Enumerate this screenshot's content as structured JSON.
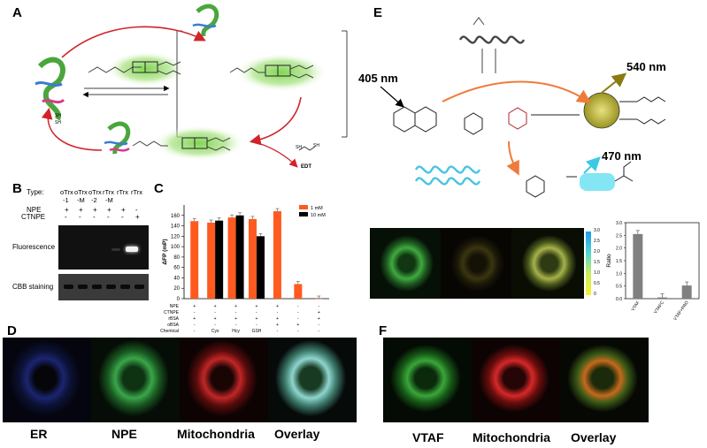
{
  "panels": {
    "A": {
      "label": "A",
      "reagent": "EDT",
      "thiol1": "SH",
      "thiol2": "SH"
    },
    "B": {
      "label": "B",
      "type_label": "Type:",
      "lanes": [
        "oTrx -1",
        "oTrx -M",
        "oTrx -2",
        "rTrx -M",
        "rTrx",
        "rTrx"
      ],
      "row_npe_label": "NPE",
      "row_npe": [
        "+",
        "+",
        "+",
        "+",
        "+",
        "-"
      ],
      "row_ctnpe_label": "CTNPE",
      "row_ctnpe": [
        "-",
        "-",
        "-",
        "-",
        "-",
        "+"
      ],
      "fluorescence_label": "Fluorescence",
      "cbb_label": "CBB staining"
    },
    "C": {
      "label": "C"
    },
    "D": {
      "label": "D",
      "captions": [
        "ER",
        "NPE",
        "Mitochondria",
        "Overlay"
      ]
    },
    "E": {
      "label": "E",
      "wl_excitation": "405 nm",
      "wl_emission1": "540 nm",
      "wl_emission2": "470 nm",
      "colorbar_ticks": [
        "3.0",
        "2.5",
        "2.0",
        "1.5",
        "1.0",
        "0.5",
        "0"
      ]
    },
    "F": {
      "label": "F",
      "captions": [
        "VTAF",
        "Mitochondria",
        "Overlay"
      ]
    }
  },
  "chart_data": [
    {
      "type": "bar",
      "title": "",
      "ylabel": "ΔFP (mP)",
      "ylim": [
        0,
        180
      ],
      "yticks": [
        0,
        20,
        40,
        60,
        80,
        100,
        120,
        140,
        160
      ],
      "series": [
        {
          "name": "1 mM",
          "color": "#ff5a1f",
          "values": [
            149,
            146,
            156,
            153,
            168,
            28,
            0
          ]
        },
        {
          "name": "10 mM",
          "color": "#000000",
          "values": [
            null,
            150,
            160,
            120,
            null,
            null,
            null
          ]
        }
      ],
      "conditions": [
        {
          "name": "NPE",
          "values": [
            "+",
            "+",
            "+",
            "+",
            "+",
            "-",
            "-"
          ]
        },
        {
          "name": "CTNPE",
          "values": [
            "-",
            "-",
            "-",
            "-",
            "-",
            "-",
            "+"
          ]
        },
        {
          "name": "rBSA",
          "values": [
            "+",
            "+",
            "+",
            "+",
            "+",
            "-",
            "+"
          ]
        },
        {
          "name": "oBSA",
          "values": [
            "-",
            "-",
            "-",
            "-",
            "+",
            "+",
            "-"
          ]
        },
        {
          "name": "Chemical",
          "values": [
            "-",
            "Cys",
            "Hcy",
            "GSH",
            "-",
            "-",
            "-"
          ]
        }
      ],
      "legend": "top-right"
    },
    {
      "type": "bar",
      "title": "",
      "ylabel": "Ratio",
      "ylim": [
        0,
        3.0
      ],
      "yticks": [
        0,
        0.5,
        1.0,
        1.5,
        2.0,
        2.5,
        3.0
      ],
      "categories": [
        "VTAF",
        "VTAFC",
        "VTAF+PAO"
      ],
      "values": [
        2.55,
        0.05,
        0.52
      ],
      "color": "#808080"
    }
  ]
}
